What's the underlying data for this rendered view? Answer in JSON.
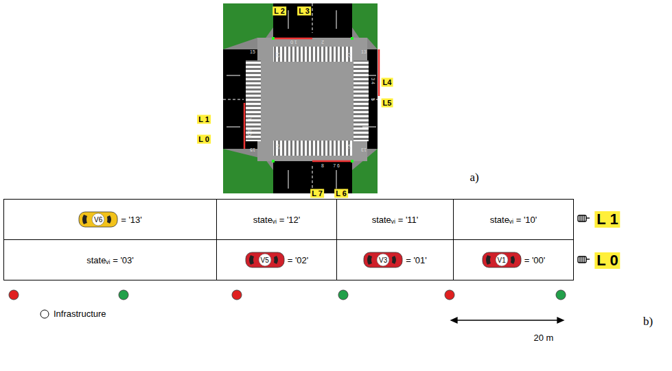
{
  "diagram": {
    "nodes": [
      {
        "text": [
          "= '13'"
        ]
      },
      {
        "text": [
          "V6"
        ],
        "in": 0
      },
      {
        "text": [
          "stateᵥᵢ = '12'"
        ]
      },
      {
        "text": [
          "stateᵥᵢ = '11'"
        ]
      },
      {
        "text": [
          "stateᵥᵢ = '10'"
        ]
      },
      {
        "text": [
          "stateᵥᵢ = '03'"
        ]
      },
      {
        "text": [
          "= '02'"
        ]
      },
      {
        "text": [
          "V5"
        ],
        "in": 6
      },
      {
        "text": [
          "= '01'"
        ]
      },
      {
        "text": [
          "V3"
        ],
        "in": 8
      },
      {
        "text": [
          "= '00'"
        ]
      },
      {
        "text": [
          "V1"
        ],
        "in": 10
      }
    ],
    "labels": [
      "L 2",
      "L 3",
      "1 0",
      "2",
      "12",
      "12",
      "15",
      "13",
      "L4",
      "3 4",
      "5",
      "L5",
      "L 1",
      "11",
      "L 0",
      "10 9",
      "15",
      "13",
      "14",
      "14",
      "8",
      "7 6",
      "L 7",
      "L 6",
      "a)",
      "L 1",
      "L 0",
      "20 m",
      "b)"
    ],
    "legend": [
      {
        "text": "Infrastructure"
      }
    ]
  }
}
